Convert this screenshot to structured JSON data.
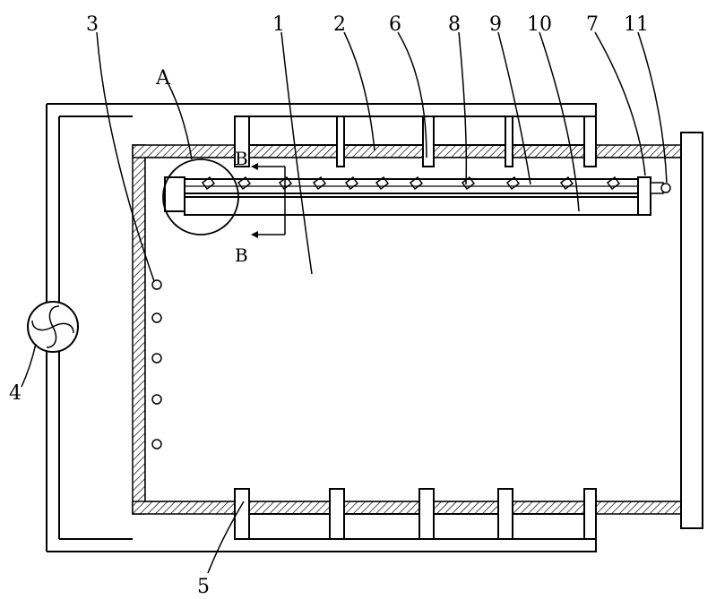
{
  "labels": {
    "n1": "1",
    "n2": "2",
    "n3": "3",
    "n4": "4",
    "n5": "5",
    "n6": "6",
    "n7": "7",
    "n8": "8",
    "n9": "9",
    "n10": "10",
    "n11": "11",
    "detail": "A",
    "section_top": "B",
    "section_bottom": "B"
  }
}
